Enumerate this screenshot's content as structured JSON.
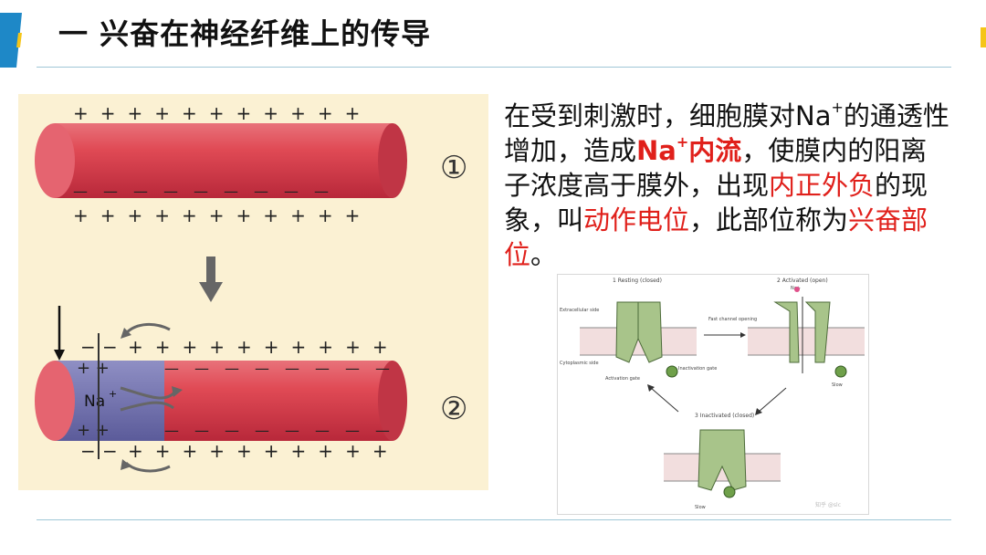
{
  "header": {
    "title": "一  兴奋在神经纤维上的传导"
  },
  "figure_left": {
    "label_1": "①",
    "label_2": "②",
    "na_label": "Na",
    "na_sup": "+"
  },
  "text": {
    "p1": "在受到刺激时，细胞膜对Na",
    "p1_sup": "+",
    "p2": "的通透性增加，造成",
    "p3_bold_red": "Na",
    "p3_bold_red_sup": "+",
    "p3_bold_red_2": "内流",
    "p4": "，使膜内的阳离子浓度高于膜外，出现",
    "p5_red": "内正外负",
    "p6": "的现象，叫",
    "p7_red": "动作电位",
    "p8": "，此部位称为",
    "p9_red": "兴奋部位",
    "p10": "。"
  },
  "figure_right": {
    "state1": "1  Resting (closed)",
    "state2": "2  Activated (open)",
    "state3": "3  Inactivated (closed)",
    "extracellular": "Extracellular side",
    "cytoplasmic": "Cytoplasmic side",
    "fast": "Fast channel opening",
    "activation_gate": "Activation gate",
    "inactivation_gate": "Inactivation gate",
    "na": "Na+",
    "slow": "Slow",
    "watermark": "知乎 @slc"
  },
  "colors": {
    "accent_blue": "#1e88c7",
    "accent_yellow": "#f5c518",
    "highlight_red": "#e0201b",
    "fiber_red": "#d9464e",
    "channel_green": "#a8c48a"
  }
}
